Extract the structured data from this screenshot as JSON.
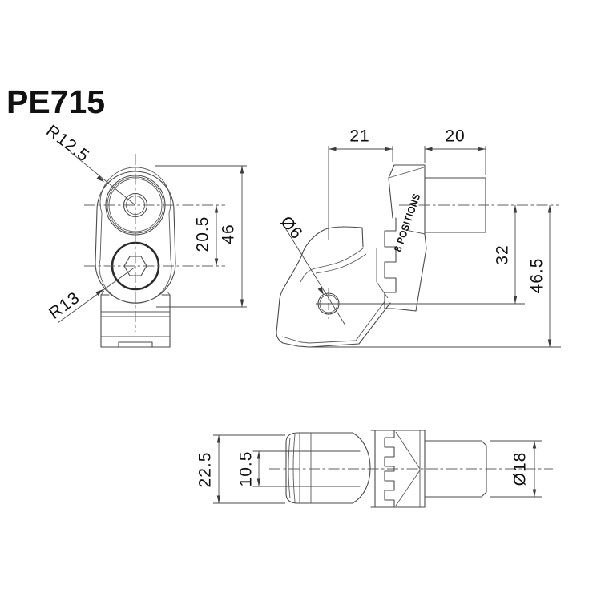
{
  "title": "PE715",
  "front_view": {
    "radius_top_label": "R12.5",
    "radius_bottom_label": "R13",
    "hole_spacing": "20.5",
    "overall_height": "46"
  },
  "side_view": {
    "offset_width": "21",
    "pin_length": "20",
    "hole_diameter": "Ø6",
    "adjustment_label": "8 POSITIONS",
    "center_drop": "32",
    "overall_drop": "46.5"
  },
  "bottom_view": {
    "body_width": "22.5",
    "slot_width": "10.5",
    "pin_diameter": "Ø18"
  },
  "colors": {
    "line": "#4a4a4a",
    "text": "#111111",
    "background": "#ffffff"
  }
}
